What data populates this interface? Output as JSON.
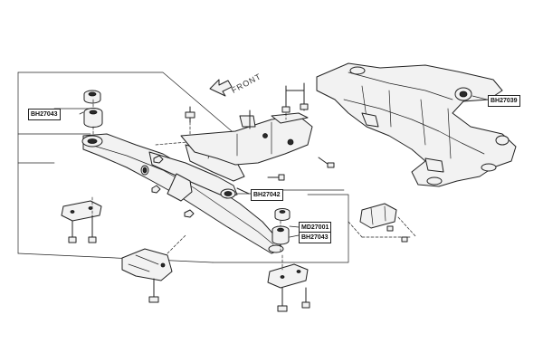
{
  "labels": {
    "bh27043_left": "BH27043",
    "bh27039": "BH27039",
    "bh27042": "BH27042",
    "md27001": "MD27001",
    "bh27043_right": "BH27043"
  },
  "front_label": "FRONT",
  "colors": {
    "line": "#222222",
    "background": "#ffffff",
    "part_fill": "#f2f2f2"
  }
}
